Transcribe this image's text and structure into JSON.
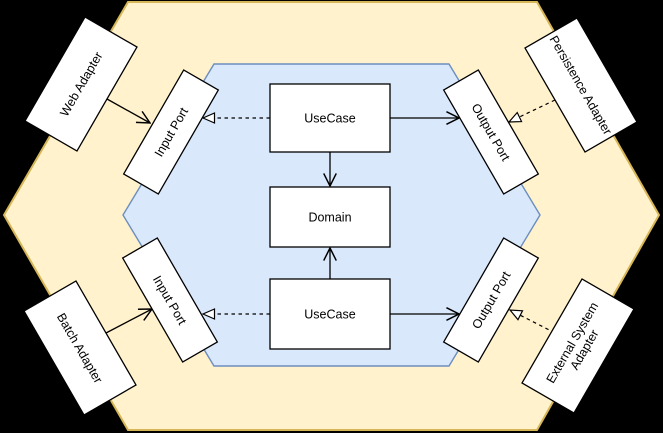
{
  "diagram": {
    "adapters": {
      "web": {
        "label": "Web Adapter"
      },
      "persistence": {
        "label": "Persistence Adapter"
      },
      "batch": {
        "label": "Batch Adapter"
      },
      "external_system": {
        "line1": "External System",
        "line2": "Adapter"
      }
    },
    "ports": {
      "input_top": {
        "label": "Input Port"
      },
      "output_top": {
        "label": "Output Port"
      },
      "input_bottom": {
        "label": "Input Port"
      },
      "output_bottom": {
        "label": "Output Port"
      }
    },
    "core": {
      "use_case_top": {
        "label": "UseCase"
      },
      "use_case_bottom": {
        "label": "UseCase"
      },
      "domain": {
        "label": "Domain"
      }
    },
    "edges": [
      {
        "from": "Web Adapter",
        "to": "Input Port (top)",
        "style": "solid-open-arrow"
      },
      {
        "from": "UseCase (top)",
        "to": "Input Port (top)",
        "style": "dashed-hollow-triangle"
      },
      {
        "from": "UseCase (top)",
        "to": "Output Port (top)",
        "style": "solid-open-arrow"
      },
      {
        "from": "Persistence Adapter",
        "to": "Output Port (top)",
        "style": "dashed-hollow-triangle"
      },
      {
        "from": "UseCase (top)",
        "to": "Domain",
        "style": "solid-open-arrow"
      },
      {
        "from": "UseCase (bottom)",
        "to": "Domain",
        "style": "solid-open-arrow"
      },
      {
        "from": "Batch Adapter",
        "to": "Input Port (bottom)",
        "style": "solid-open-arrow"
      },
      {
        "from": "UseCase (bottom)",
        "to": "Input Port (bottom)",
        "style": "dashed-hollow-triangle"
      },
      {
        "from": "UseCase (bottom)",
        "to": "Output Port (bottom)",
        "style": "solid-open-arrow"
      },
      {
        "from": "External System Adapter",
        "to": "Output Port (bottom)",
        "style": "dashed-hollow-triangle"
      }
    ],
    "colors": {
      "background": "#000000",
      "outer_hexagon_fill": "#FFF2CC",
      "outer_hexagon_stroke": "#D6B656",
      "inner_hexagon_fill": "#DAE8FC",
      "inner_hexagon_stroke": "#6C8EBF",
      "node_fill": "#FFFFFF",
      "node_stroke": "#000000"
    }
  }
}
